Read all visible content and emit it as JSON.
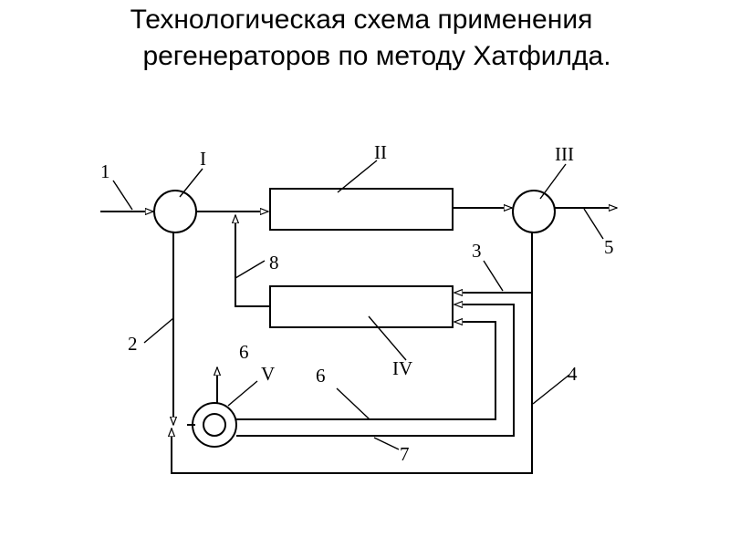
{
  "title": {
    "line1": "Технологическая схема применения",
    "line2": "регенераторов по методу Хатфилда."
  },
  "labels": {
    "unit_I": "I",
    "unit_II": "II",
    "unit_III": "III",
    "unit_IV": "IV",
    "unit_V": "V",
    "stream_1": "1",
    "stream_2": "2",
    "stream_3": "3",
    "stream_4": "4",
    "stream_5": "5",
    "stream_6_top": "6",
    "stream_6_bottom": "6",
    "stream_7": "7",
    "stream_8": "8"
  }
}
